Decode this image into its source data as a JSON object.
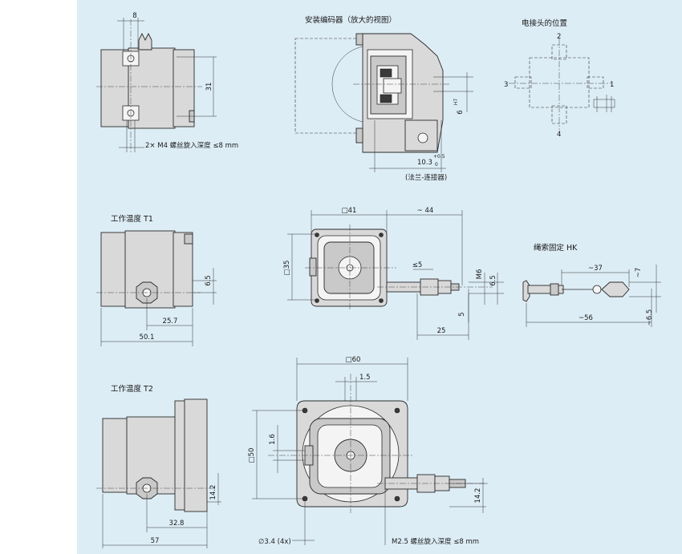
{
  "labels": {
    "mount_encoder_title": "安装编码器（放大的视图）",
    "connector_position_title": "电接头的位置",
    "temp_t1_title": "工作温度 T1",
    "temp_t2_title": "工作温度 T2",
    "cable_fix_title": "绳索固定 HK",
    "flange_connector": "(法兰-连接器)",
    "m4_note": "2× M4 螺丝旋入深度 ≤8 mm",
    "m25_note": "M2.5 螺丝旋入深度 ≤8 mm"
  },
  "dimensions": {
    "d_8": "8",
    "d_31": "31",
    "d_10_3": "10.3",
    "d_10_3_tol_upper": "+0.5",
    "d_10_3_tol_lower": "0",
    "d_6h7": "6",
    "d_h7": "H7",
    "pos_1": "1",
    "pos_2": "2",
    "pos_3": "3",
    "pos_4": "4",
    "sq_41": "□41",
    "approx_44": "~ 44",
    "sq_35": "□35",
    "le_5": "≤5",
    "m6": "M6",
    "d_6_5_mid": "6.5",
    "d_5": "5",
    "d_25": "25",
    "d_6_5_left": "6.5",
    "d_25_7": "25.7",
    "d_50_1": "50.1",
    "approx_37": "~37",
    "approx_7": "~7",
    "approx_56": "~56",
    "approx_6_5": "~6.5",
    "sq_60": "□60",
    "d_1_5": "1.5",
    "sq_50": "□50",
    "d_1_6": "1.6",
    "d_14_2_left": "14.2",
    "d_32_8": "32.8",
    "d_57": "57",
    "phi_3_4": "∅3.4 (4x)",
    "d_14_2_right": "14.2"
  }
}
